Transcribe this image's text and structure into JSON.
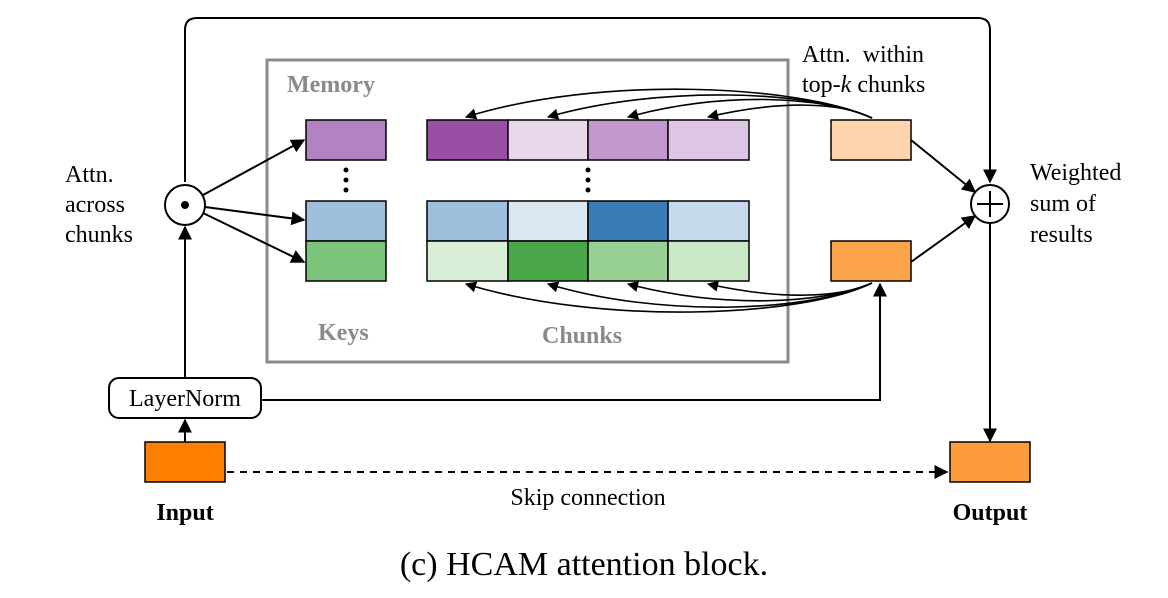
{
  "labels": {
    "attn_across": [
      "Attn.",
      "across",
      "chunks"
    ],
    "memory": "Memory",
    "keys": "Keys",
    "chunks": "Chunks",
    "attn_within_1": "Attn.  within",
    "attn_within_2_pre": "top-",
    "attn_within_2_k": "k",
    "attn_within_2_post": " chunks",
    "weighted": [
      "Weighted",
      "sum of",
      "results"
    ],
    "layernorm": "LayerNorm",
    "input": "Input",
    "output": "Output",
    "skip": "Skip connection",
    "caption": "(c) HCAM attention block.",
    "dot_symbol": "•",
    "plus_symbol": "+",
    "vdots": "⋮"
  },
  "colors": {
    "key_purple": "#b382c0",
    "key_blue": "#9dbfdc",
    "key_green": "#7cc47c",
    "chunk_top": [
      "#9b4ea5",
      "#e8d8ec",
      "#c398cc",
      "#ddc5e3"
    ],
    "chunk_mid": [
      "#9dbfdc",
      "#dbe7f3",
      "#3a7cb8",
      "#c5d8ec"
    ],
    "chunk_bot": [
      "#d9eed7",
      "#4aa84a",
      "#98cf92",
      "#cae7c6"
    ],
    "result_light": "#fdd6ad",
    "result_orange": "#fca449",
    "input_orange": "#ff7f00",
    "output_orange": "#fd9c3a",
    "frame_gray": "#8a8a8a"
  }
}
